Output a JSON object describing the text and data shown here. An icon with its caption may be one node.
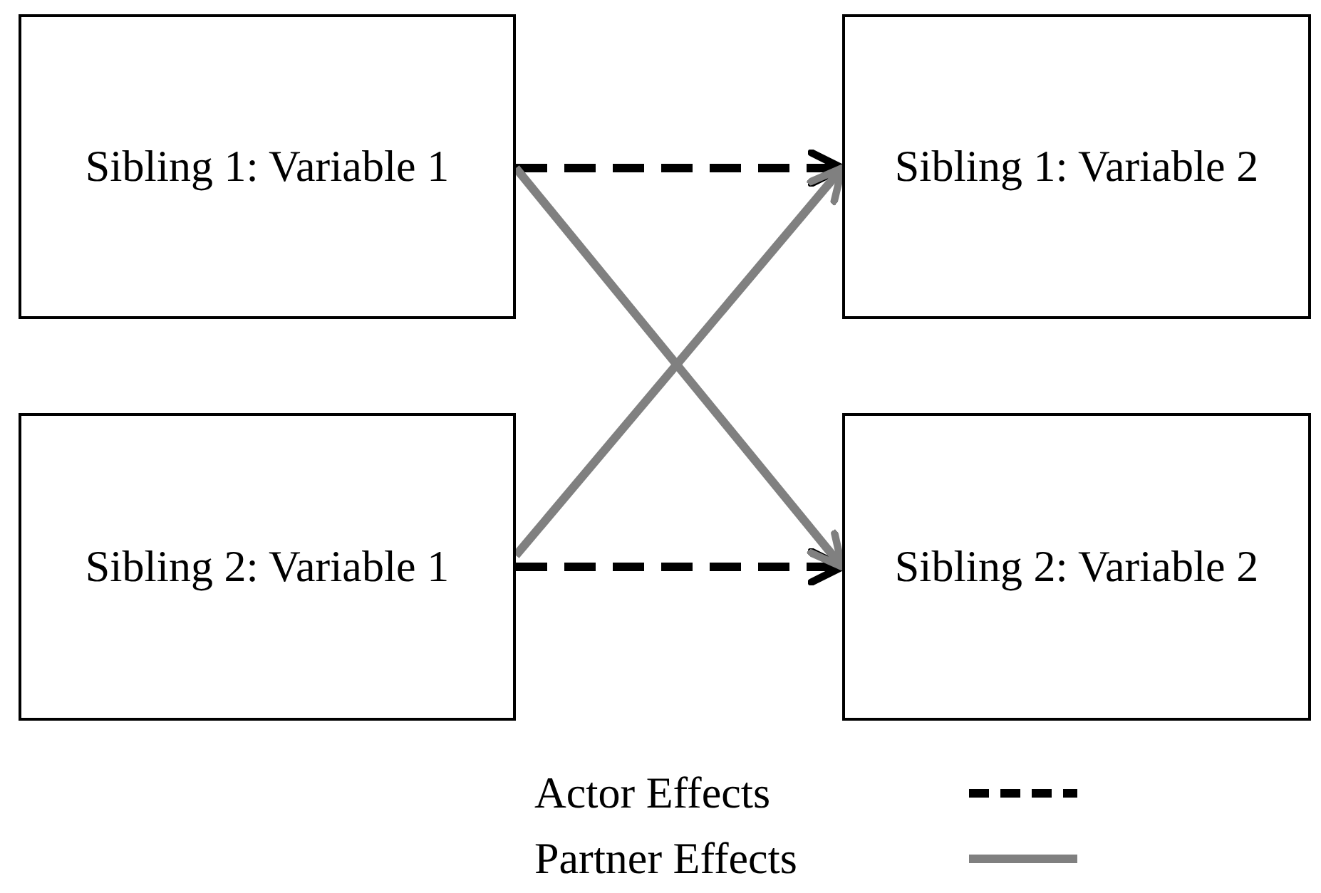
{
  "diagram": {
    "nodes": [
      {
        "text": [
          "Sibling 1: Variable 1"
        ]
      },
      {
        "text": [
          "Sibling 1: Variable 2"
        ]
      },
      {
        "text": [
          "Sibling 2: Variable 1"
        ]
      },
      {
        "text": [
          "Sibling 2: Variable 2"
        ]
      }
    ],
    "edges": [
      {
        "from": 0,
        "to": 1,
        "arrow": "to",
        "style": "dashed",
        "color": "#000000"
      },
      {
        "from": 2,
        "to": 3,
        "arrow": "to",
        "style": "dashed",
        "color": "#000000"
      },
      {
        "from": 0,
        "to": 3,
        "arrow": "to",
        "color": "#808080"
      },
      {
        "from": 2,
        "to": 1,
        "arrow": "to",
        "color": "#808080"
      }
    ],
    "legend": [
      {
        "text": "Actor Effects"
      },
      {
        "text": "Partner Effects"
      }
    ]
  }
}
